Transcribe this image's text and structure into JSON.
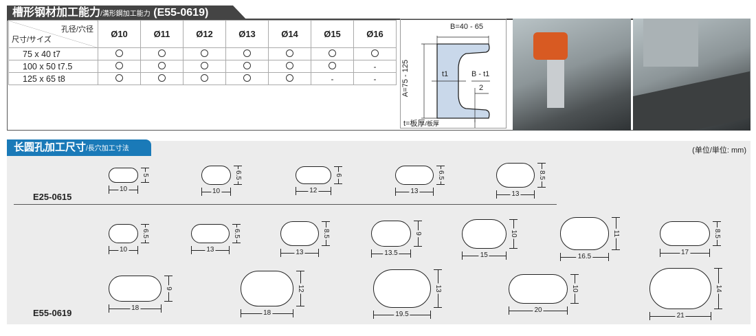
{
  "capacity": {
    "title": "槽形钢材加工能力",
    "title_sub": "/溝形鋼加工能力",
    "model": "(E55-0619)",
    "corner_top": "孔径/穴径",
    "corner_bottom": "尺寸/サイズ",
    "columns": [
      "Ø10",
      "Ø11",
      "Ø12",
      "Ø13",
      "Ø14",
      "Ø15",
      "Ø16"
    ],
    "rows": [
      {
        "size": "75 x 40 t7",
        "cells": [
          "o",
          "o",
          "o",
          "o",
          "o",
          "o",
          "o"
        ]
      },
      {
        "size": "100 x 50 t7.5",
        "cells": [
          "o",
          "o",
          "o",
          "o",
          "o",
          "o",
          "-"
        ]
      },
      {
        "size": "125 x 65 t8",
        "cells": [
          "o",
          "o",
          "o",
          "o",
          "o",
          "-",
          "-"
        ]
      }
    ]
  },
  "diagram": {
    "b_label": "B=40 - 65",
    "a_label": "A=75 - 125",
    "t1": "t1",
    "bt1": "B - t1",
    "two": "2",
    "t_note": "t=板厚",
    "t_note_sub": "/板厚"
  },
  "slots": {
    "title": "长圆孔加工尺寸",
    "title_sub": "/長穴加工寸法",
    "unit": "(单位/単位: mm)",
    "models": [
      "E25-0615",
      "E55-0619"
    ],
    "groups": [
      [
        {
          "w": "10",
          "h": "5"
        },
        {
          "w": "10",
          "h": "6.5"
        },
        {
          "w": "12",
          "h": "6"
        },
        {
          "w": "13",
          "h": "6.5"
        },
        {
          "w": "13",
          "h": "8.5"
        }
      ],
      [
        {
          "w": "10",
          "h": "6.5"
        },
        {
          "w": "13",
          "h": "6.5"
        },
        {
          "w": "13",
          "h": "8.5"
        },
        {
          "w": "13.5",
          "h": "9"
        },
        {
          "w": "15",
          "h": "10"
        },
        {
          "w": "16.5",
          "h": "11"
        },
        {
          "w": "17",
          "h": "8.5"
        }
      ],
      [
        {
          "w": "18",
          "h": "9"
        },
        {
          "w": "18",
          "h": "12"
        },
        {
          "w": "19.5",
          "h": "13"
        },
        {
          "w": "20",
          "h": "10"
        },
        {
          "w": "21",
          "h": "14"
        }
      ]
    ]
  }
}
